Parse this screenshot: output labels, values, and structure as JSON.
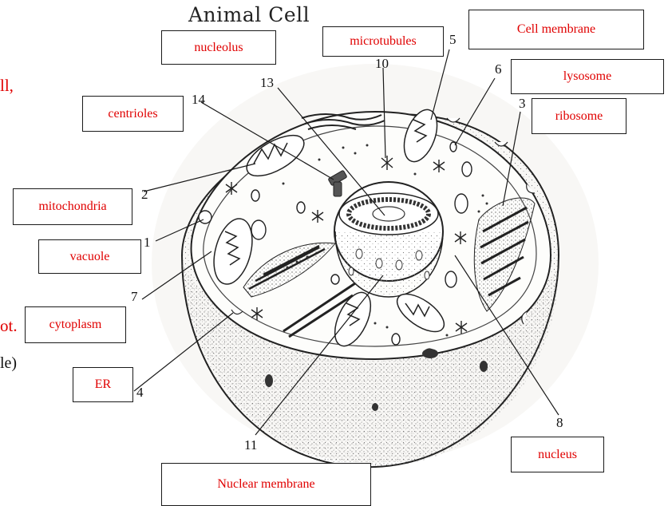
{
  "title": "Animal Cell",
  "edge_fragments": {
    "red_top": "ll,",
    "red_bottom": "ot.",
    "black_bottom": "le)"
  },
  "numbers": {
    "n1": "1",
    "n2": "2",
    "n3": "3",
    "n4": "4",
    "n5": "5",
    "n6": "6",
    "n7": "7",
    "n8": "8",
    "n10": "10",
    "n11": "11",
    "n13": "13",
    "n14": "14"
  },
  "labels": {
    "nucleolus": "nucleolus",
    "microtubules": "microtubules",
    "cell_membrane": "Cell membrane",
    "lysosome": "lysosome",
    "centrioles": "centrioles",
    "ribosome": "ribosome",
    "mitochondria": "mitochondria",
    "vacuole": "vacuole",
    "cytoplasm": "cytoplasm",
    "er": "ER",
    "nucleus": "nucleus",
    "nuclear_membrane": "Nuclear membrane"
  },
  "colors": {
    "label_text": "#e00000",
    "line": "#1a1a1a"
  }
}
